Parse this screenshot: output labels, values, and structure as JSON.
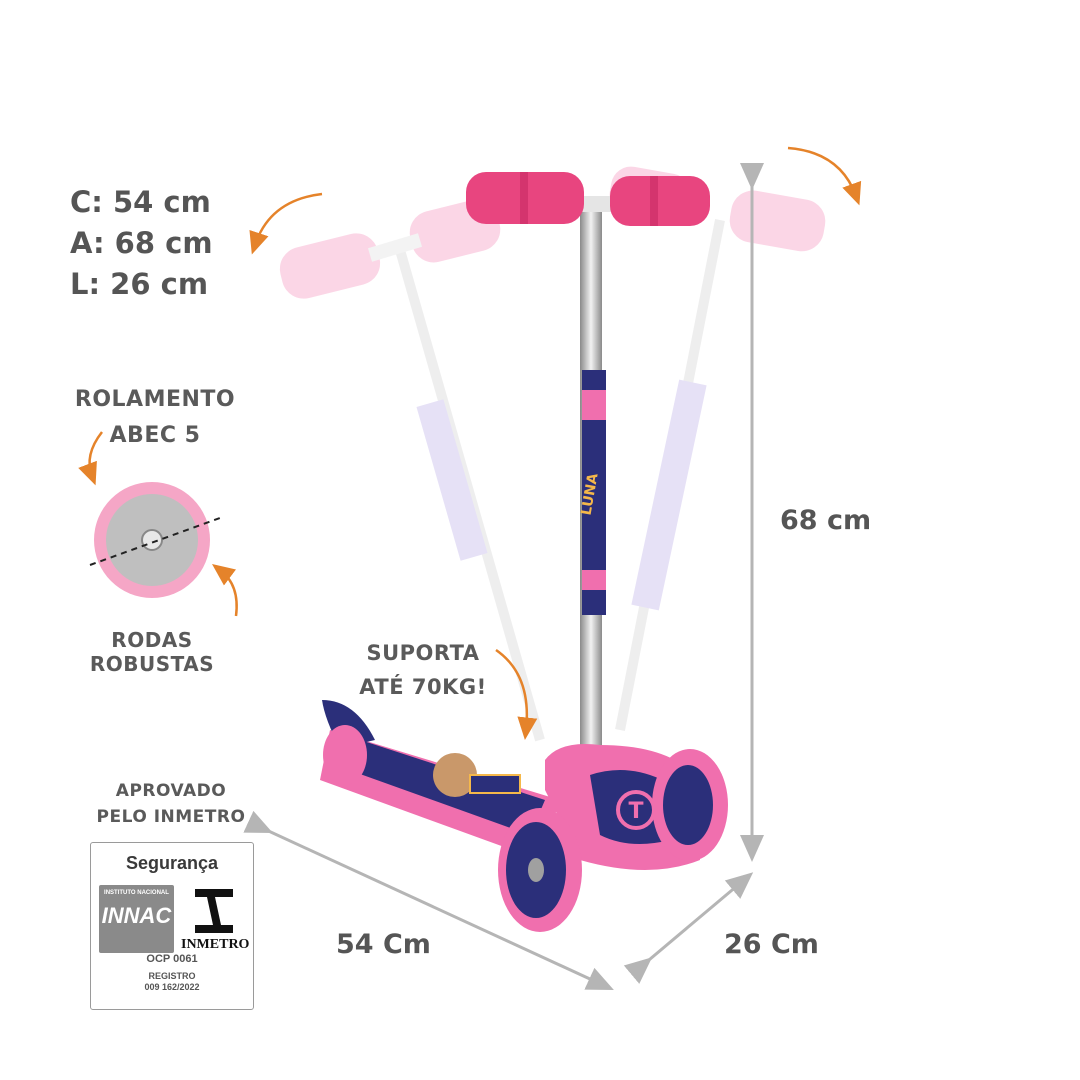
{
  "specs": {
    "comprimento": "C: 54 cm",
    "altura": "A: 68 cm",
    "largura": "L: 26 cm"
  },
  "callouts": {
    "rolamento_line1": "ROLAMENTO",
    "rolamento_line2": "ABEC 5",
    "rodas": "RODAS ROBUSTAS",
    "suporta_line1": "SUPORTA",
    "suporta_line2": "ATÉ 70KG!",
    "aprovado_line1": "APROVADO",
    "aprovado_line2": "PELO INMETRO"
  },
  "dimensions": {
    "height": "68 cm",
    "length": "54 Cm",
    "width": "26 Cm"
  },
  "seal": {
    "title": "Segurança",
    "institute": "INSTITUTO NACIONAL",
    "innac": "INNAC",
    "inmetro": "INMETRO",
    "ocp": "OCP 0061",
    "registro_label": "REGISTRO",
    "registro_number": "009 162/2022"
  },
  "colors": {
    "accent_orange": "#e5832a",
    "scooter_pink": "#f06fae",
    "grip_pink": "#e8457f",
    "deck_navy": "#2b2f7a",
    "dimension_gray": "#b5b5b5"
  }
}
